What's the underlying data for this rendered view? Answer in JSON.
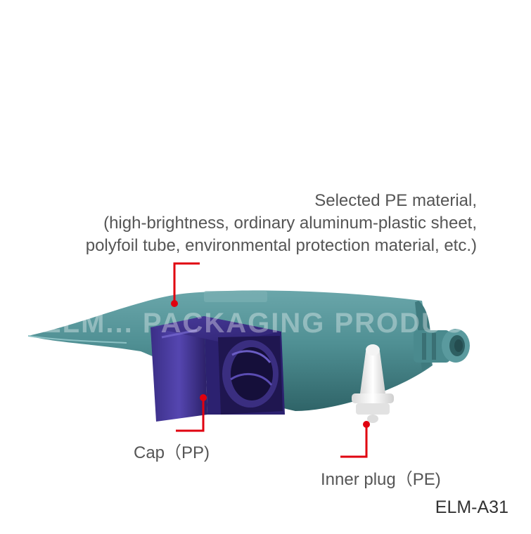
{
  "caption": {
    "line1": "Selected PE material,",
    "line2": "(high-brightness, ordinary aluminum-plastic sheet,",
    "line3": "polyfoil tube, environmental protection material, etc.)"
  },
  "labels": {
    "cap": "Cap（PP)",
    "inner_plug": "Inner plug（PE)",
    "model_code": "ELM-A31"
  },
  "watermark": "ELM... PACKAGING PRODUCTS",
  "colors": {
    "tube": "#4f8f93",
    "tube_dark": "#3a7276",
    "cap": "#3b2f86",
    "cap_dark": "#261c5c",
    "plug": "#eeeeee",
    "marker": "#e0000f",
    "text": "#555555"
  }
}
